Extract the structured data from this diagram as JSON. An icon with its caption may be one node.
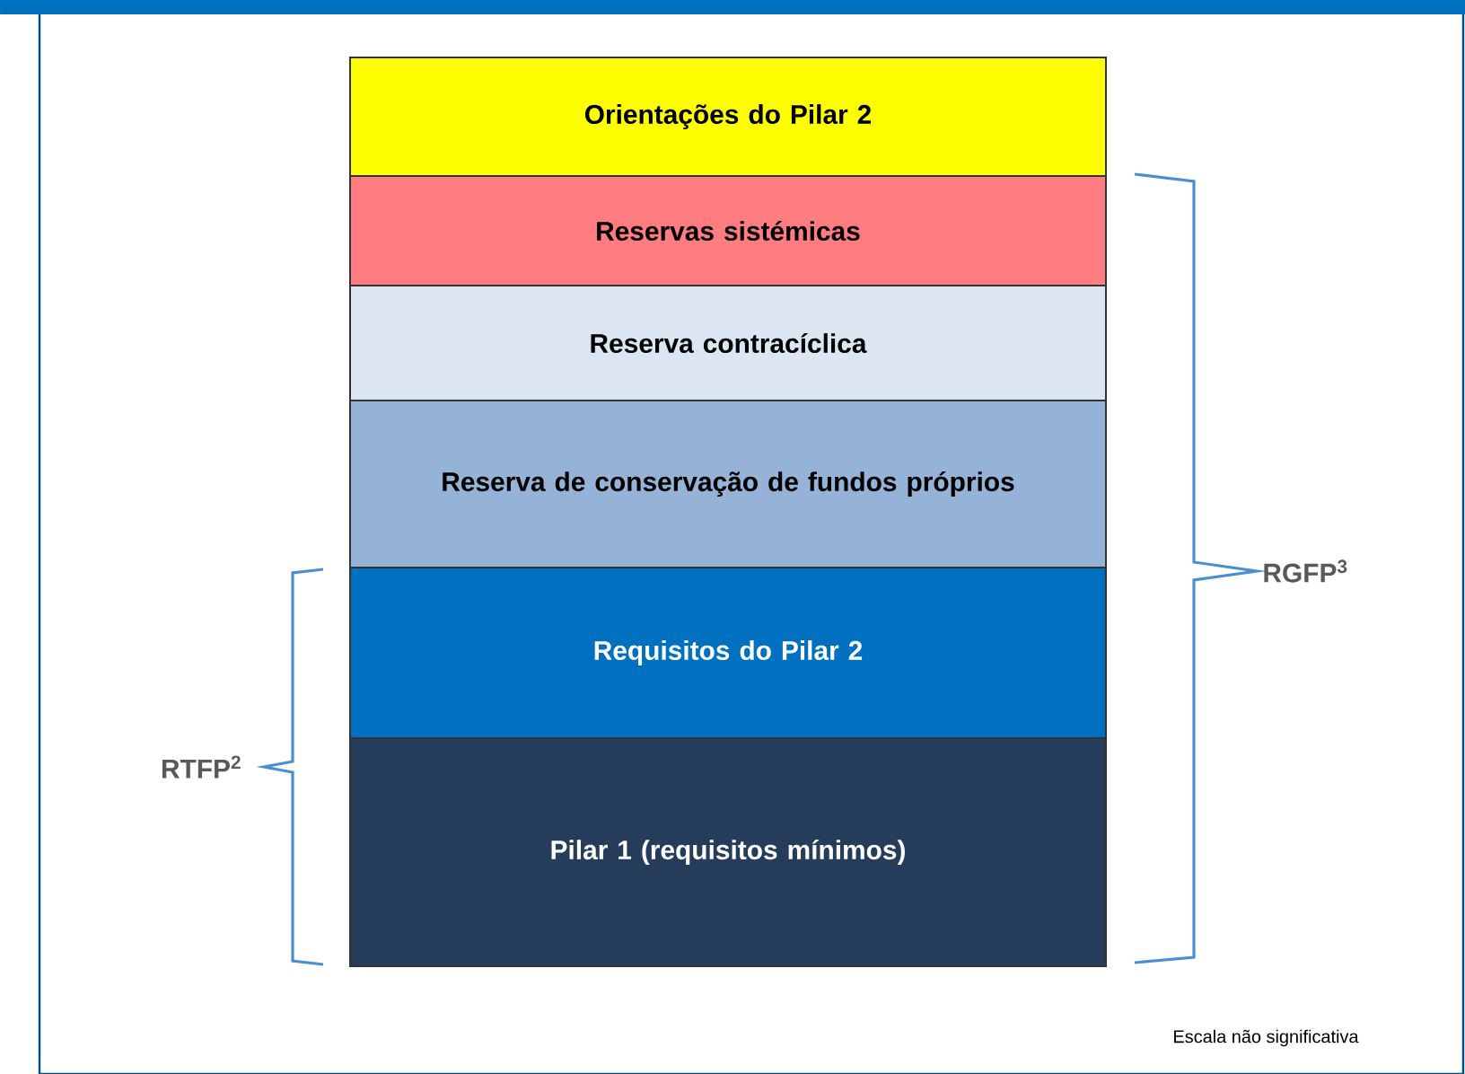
{
  "diagram": {
    "nodes": [
      {
        "text": [
          "Orientações do Pilar 2"
        ]
      },
      {
        "text": [
          "Reservas sistémicas"
        ]
      },
      {
        "text": [
          "Reserva contracíclica"
        ]
      },
      {
        "text": [
          "Reserva de conservação de fundos próprios"
        ]
      },
      {
        "text": [
          "Requisitos do Pilar 2"
        ]
      },
      {
        "text": [
          "Pilar 1 (requisitos mínimos)"
        ]
      }
    ],
    "labels": [
      "RGFP$^{3}$",
      "RTFP$^{2}$",
      "Escala não significativa"
    ]
  }
}
